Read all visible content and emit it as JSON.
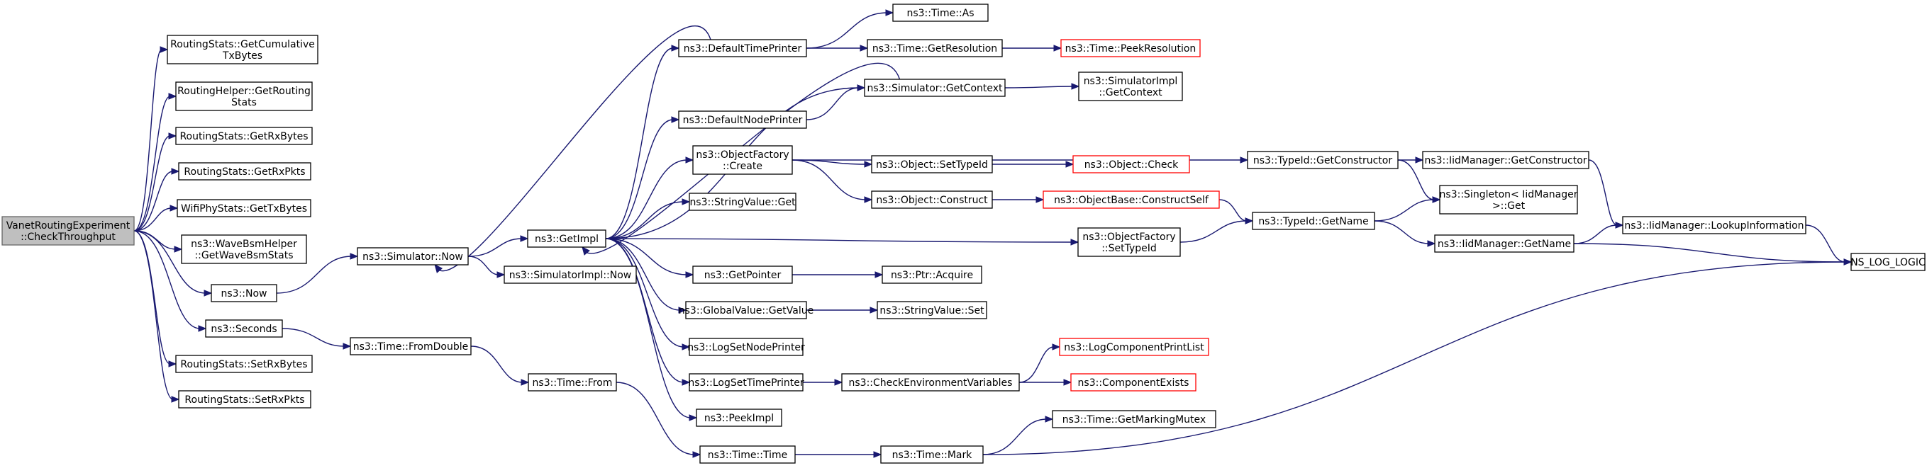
{
  "nodes": [
    {
      "id": "root",
      "lines": [
        "VanetRoutingExperiment",
        "::CheckThroughput"
      ],
      "style": "root"
    },
    {
      "id": "rs_getcumtx",
      "lines": [
        "RoutingStats::GetCumulative",
        "TxBytes"
      ]
    },
    {
      "id": "rh_getroutingstats",
      "lines": [
        "RoutingHelper::GetRouting",
        "Stats"
      ]
    },
    {
      "id": "rs_getrxbytes",
      "lines": [
        "RoutingStats::GetRxBytes"
      ]
    },
    {
      "id": "rs_getrxpkts",
      "lines": [
        "RoutingStats::GetRxPkts"
      ]
    },
    {
      "id": "wps_gettxbytes",
      "lines": [
        "WifiPhyStats::GetTxBytes"
      ]
    },
    {
      "id": "wbh_getwbs",
      "lines": [
        "ns3::WaveBsmHelper",
        "::GetWaveBsmStats"
      ]
    },
    {
      "id": "ns3_now",
      "lines": [
        "ns3::Now"
      ]
    },
    {
      "id": "ns3_seconds",
      "lines": [
        "ns3::Seconds"
      ]
    },
    {
      "id": "rs_setrxbytes",
      "lines": [
        "RoutingStats::SetRxBytes"
      ]
    },
    {
      "id": "rs_setrxpkts",
      "lines": [
        "RoutingStats::SetRxPkts"
      ]
    },
    {
      "id": "sim_now",
      "lines": [
        "ns3::Simulator::Now"
      ]
    },
    {
      "id": "time_fromdouble",
      "lines": [
        "ns3::Time::FromDouble"
      ]
    },
    {
      "id": "getimpl",
      "lines": [
        "ns3::GetImpl"
      ]
    },
    {
      "id": "simimpl_now",
      "lines": [
        "ns3::SimulatorImpl::Now"
      ]
    },
    {
      "id": "time_from",
      "lines": [
        "ns3::Time::From"
      ]
    },
    {
      "id": "default_time_printer",
      "lines": [
        "ns3::DefaultTimePrinter"
      ]
    },
    {
      "id": "default_node_printer",
      "lines": [
        "ns3::DefaultNodePrinter"
      ]
    },
    {
      "id": "objfactory_create",
      "lines": [
        "ns3::ObjectFactory",
        "::Create"
      ]
    },
    {
      "id": "stringvalue_get",
      "lines": [
        "ns3::StringValue::Get"
      ]
    },
    {
      "id": "getpointer",
      "lines": [
        "ns3::GetPointer"
      ]
    },
    {
      "id": "globalvalue_getvalue",
      "lines": [
        "ns3::GlobalValue::GetValue"
      ]
    },
    {
      "id": "logsetnodeprinter",
      "lines": [
        "ns3::LogSetNodePrinter"
      ]
    },
    {
      "id": "logsettimeprinter",
      "lines": [
        "ns3::LogSetTimePrinter"
      ]
    },
    {
      "id": "peekimpl",
      "lines": [
        "ns3::PeekImpl"
      ]
    },
    {
      "id": "time_time",
      "lines": [
        "ns3::Time::Time"
      ]
    },
    {
      "id": "time_as",
      "lines": [
        "ns3::Time::As"
      ]
    },
    {
      "id": "time_getresolution",
      "lines": [
        "ns3::Time::GetResolution"
      ]
    },
    {
      "id": "sim_getcontext",
      "lines": [
        "ns3::Simulator::GetContext"
      ]
    },
    {
      "id": "object_settypeid",
      "lines": [
        "ns3::Object::SetTypeId"
      ]
    },
    {
      "id": "object_construct",
      "lines": [
        "ns3::Object::Construct"
      ]
    },
    {
      "id": "objfactory_settypeid",
      "lines": [
        "ns3::ObjectFactory",
        "::SetTypeId"
      ]
    },
    {
      "id": "ptr_acquire",
      "lines": [
        "ns3::Ptr::Acquire"
      ]
    },
    {
      "id": "stringvalue_set",
      "lines": [
        "ns3::StringValue::Set"
      ]
    },
    {
      "id": "check_env_vars",
      "lines": [
        "ns3::CheckEnvironmentVariables"
      ]
    },
    {
      "id": "time_mark",
      "lines": [
        "ns3::Time::Mark"
      ]
    },
    {
      "id": "time_peekresolution",
      "lines": [
        "ns3::Time::PeekResolution"
      ],
      "style": "red"
    },
    {
      "id": "simimpl_getcontext",
      "lines": [
        "ns3::SimulatorImpl",
        "::GetContext"
      ]
    },
    {
      "id": "object_check",
      "lines": [
        "ns3::Object::Check"
      ],
      "style": "red"
    },
    {
      "id": "objbase_constructself",
      "lines": [
        "ns3::ObjectBase::ConstructSelf"
      ],
      "style": "red"
    },
    {
      "id": "logcomponentprintlist",
      "lines": [
        "ns3::LogComponentPrintList"
      ],
      "style": "red"
    },
    {
      "id": "componentexists",
      "lines": [
        "ns3::ComponentExists"
      ],
      "style": "red"
    },
    {
      "id": "time_getmarkingmutex",
      "lines": [
        "ns3::Time::GetMarkingMutex"
      ]
    },
    {
      "id": "typeid_getconstructor",
      "lines": [
        "ns3::TypeId::GetConstructor"
      ]
    },
    {
      "id": "typeid_getname",
      "lines": [
        "ns3::TypeId::GetName"
      ]
    },
    {
      "id": "iidmanager_getconstructor",
      "lines": [
        "ns3::IidManager::GetConstructor"
      ]
    },
    {
      "id": "singleton_get",
      "lines": [
        "ns3::Singleton< IidManager",
        " >::Get"
      ]
    },
    {
      "id": "iidmanager_getname",
      "lines": [
        "ns3::IidManager::GetName"
      ]
    },
    {
      "id": "iidmanager_lookupinfo",
      "lines": [
        "ns3::IidManager::LookupInformation"
      ]
    },
    {
      "id": "ns_log_logic",
      "lines": [
        "NS_LOG_LOGIC"
      ]
    }
  ],
  "edges": [
    [
      "root",
      "rs_getcumtx"
    ],
    [
      "root",
      "rh_getroutingstats"
    ],
    [
      "root",
      "rs_getrxbytes"
    ],
    [
      "root",
      "rs_getrxpkts"
    ],
    [
      "root",
      "wps_gettxbytes"
    ],
    [
      "root",
      "wbh_getwbs"
    ],
    [
      "root",
      "ns3_now"
    ],
    [
      "root",
      "ns3_seconds"
    ],
    [
      "root",
      "rs_setrxbytes"
    ],
    [
      "root",
      "rs_setrxpkts"
    ],
    [
      "ns3_now",
      "sim_now"
    ],
    [
      "ns3_seconds",
      "time_fromdouble"
    ],
    [
      "sim_now",
      "getimpl"
    ],
    [
      "sim_now",
      "simimpl_now"
    ],
    [
      "time_fromdouble",
      "time_from"
    ],
    [
      "time_from",
      "time_time"
    ],
    [
      "getimpl",
      "default_time_printer"
    ],
    [
      "getimpl",
      "sim_getcontext"
    ],
    [
      "getimpl",
      "default_node_printer"
    ],
    [
      "getimpl",
      "objfactory_create"
    ],
    [
      "getimpl",
      "stringvalue_get"
    ],
    [
      "getimpl",
      "objfactory_settypeid"
    ],
    [
      "getimpl",
      "getpointer"
    ],
    [
      "getimpl",
      "globalvalue_getvalue"
    ],
    [
      "getimpl",
      "logsetnodeprinter"
    ],
    [
      "getimpl",
      "logsettimeprinter"
    ],
    [
      "getimpl",
      "peekimpl"
    ],
    [
      "default_time_printer",
      "time_as"
    ],
    [
      "default_time_printer",
      "time_getresolution"
    ],
    [
      "default_time_printer",
      "sim_now"
    ],
    [
      "time_getresolution",
      "time_peekresolution"
    ],
    [
      "default_node_printer",
      "sim_getcontext"
    ],
    [
      "sim_getcontext",
      "getimpl"
    ],
    [
      "sim_getcontext",
      "simimpl_getcontext"
    ],
    [
      "objfactory_create",
      "typeid_getconstructor"
    ],
    [
      "objfactory_create",
      "object_settypeid"
    ],
    [
      "objfactory_create",
      "object_construct"
    ],
    [
      "object_settypeid",
      "object_check"
    ],
    [
      "object_construct",
      "objbase_constructself"
    ],
    [
      "objbase_constructself",
      "typeid_getname"
    ],
    [
      "objfactory_settypeid",
      "typeid_getname"
    ],
    [
      "getpointer",
      "ptr_acquire"
    ],
    [
      "globalvalue_getvalue",
      "stringvalue_set"
    ],
    [
      "logsettimeprinter",
      "check_env_vars"
    ],
    [
      "check_env_vars",
      "logcomponentprintlist"
    ],
    [
      "check_env_vars",
      "componentexists"
    ],
    [
      "time_time",
      "time_mark"
    ],
    [
      "time_mark",
      "time_getmarkingmutex"
    ],
    [
      "time_mark",
      "ns_log_logic"
    ],
    [
      "typeid_getconstructor",
      "iidmanager_getconstructor"
    ],
    [
      "typeid_getconstructor",
      "singleton_get"
    ],
    [
      "typeid_getname",
      "singleton_get"
    ],
    [
      "typeid_getname",
      "iidmanager_getname"
    ],
    [
      "iidmanager_getconstructor",
      "iidmanager_lookupinfo"
    ],
    [
      "iidmanager_getname",
      "iidmanager_lookupinfo"
    ],
    [
      "iidmanager_getname",
      "ns_log_logic"
    ],
    [
      "iidmanager_lookupinfo",
      "ns_log_logic"
    ]
  ],
  "colors": {
    "edge": "#191970",
    "node_border": "#000000",
    "node_border_missing": "#ff0000",
    "root_fill": "#bfbfbf",
    "root_border": "#666666"
  }
}
